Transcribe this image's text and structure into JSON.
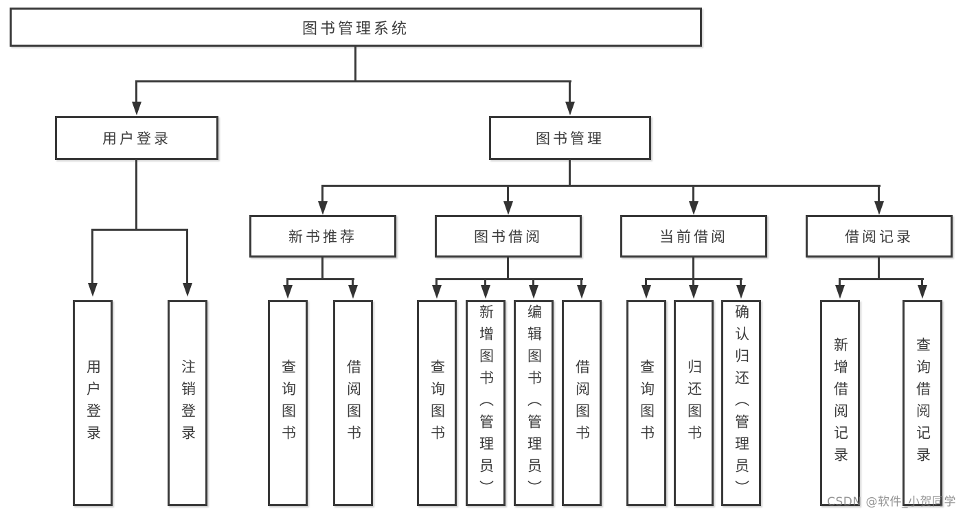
{
  "colors": {
    "background": "#ffffff",
    "line": "#3a3a3a",
    "box_border": "#3a3a3a",
    "text": "#3d3d3d",
    "watermark": "#9b9b9b"
  },
  "tree": {
    "root": "图书管理系统",
    "children": [
      {
        "label": "用户登录",
        "children": [
          {
            "label": "用户登录"
          },
          {
            "label": "注销登录"
          }
        ]
      },
      {
        "label": "图书管理",
        "children": [
          {
            "label": "新书推荐",
            "children": [
              {
                "label": "查询图书"
              },
              {
                "label": "借阅图书"
              }
            ]
          },
          {
            "label": "图书借阅",
            "children": [
              {
                "label": "查询图书"
              },
              {
                "label": "新增图书（管理员）"
              },
              {
                "label": "编辑图书（管理员）"
              },
              {
                "label": "借阅图书"
              }
            ]
          },
          {
            "label": "当前借阅",
            "children": [
              {
                "label": "查询图书"
              },
              {
                "label": "归还图书"
              },
              {
                "label": "确认归还（管理员）"
              }
            ]
          },
          {
            "label": "借阅记录",
            "children": [
              {
                "label": "新增借阅记录"
              },
              {
                "label": "查询借阅记录"
              }
            ]
          }
        ]
      }
    ]
  },
  "watermark": {
    "text": "CSDN @软件_小贺同学"
  }
}
